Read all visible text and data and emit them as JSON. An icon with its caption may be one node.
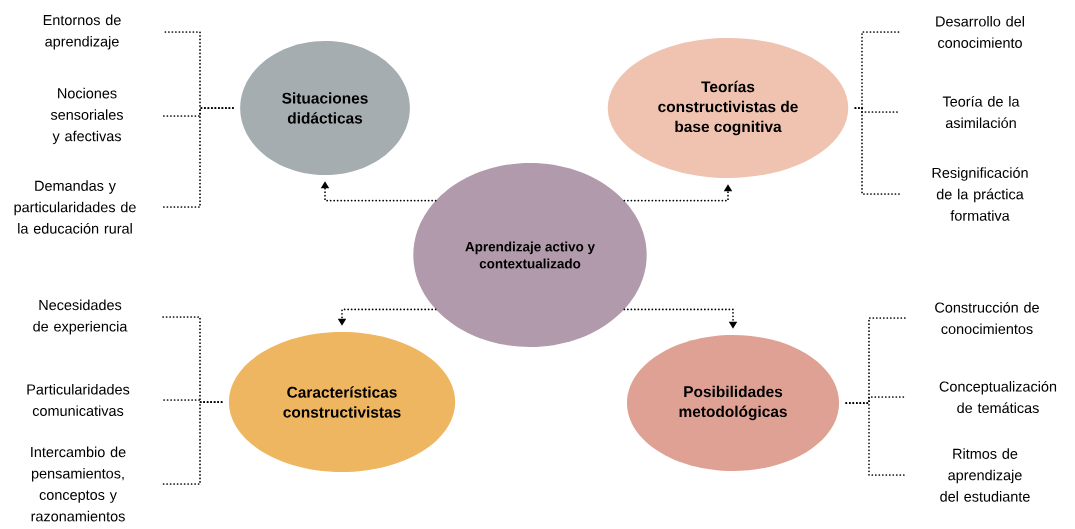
{
  "diagram": {
    "nodes": [
      {
        "text": [
          "Aprendizaje activo y contextualizado"
        ]
      },
      {
        "text": [
          "Situaciones didácticas"
        ]
      },
      {
        "text": [
          "Teorías constructivistas de base cognitiva"
        ]
      },
      {
        "text": [
          "Características constructivistas"
        ]
      },
      {
        "text": [
          "Posibilidades metodológicas"
        ]
      },
      {
        "text": [
          "Entornos de aprendizaje"
        ]
      },
      {
        "text": [
          "Nociones sensoriales y afectivas"
        ]
      },
      {
        "text": [
          "Demandas y particularidades de la educación rural"
        ]
      },
      {
        "text": [
          "Desarrollo del conocimiento"
        ]
      },
      {
        "text": [
          "Teoría de la asimilación"
        ]
      },
      {
        "text": [
          "Resignificación de la práctica formativa"
        ]
      },
      {
        "text": [
          "Necesidades de experiencia"
        ]
      },
      {
        "text": [
          "Particularidades comunicativas"
        ]
      },
      {
        "text": [
          "Intercambio de pensamientos, conceptos y razonamientos"
        ]
      },
      {
        "text": [
          "Construcción de conocimientos"
        ]
      },
      {
        "text": [
          "Conceptualización de temáticas"
        ]
      },
      {
        "text": [
          "Ritmos de aprendizaje del estudiante"
        ]
      }
    ],
    "edges": [
      {
        "from": 0,
        "to": 1,
        "arrow": "to"
      },
      {
        "from": 0,
        "to": 2,
        "arrow": "to"
      },
      {
        "from": 0,
        "to": 3,
        "arrow": "to"
      },
      {
        "from": 0,
        "to": 4,
        "arrow": "to"
      },
      {
        "from": 1,
        "to": 5,
        "arrow": "none"
      },
      {
        "from": 1,
        "to": 6,
        "arrow": "none"
      },
      {
        "from": 1,
        "to": 7,
        "arrow": "none"
      },
      {
        "from": 2,
        "to": 8,
        "arrow": "none"
      },
      {
        "from": 2,
        "to": 9,
        "arrow": "none"
      },
      {
        "from": 2,
        "to": 10,
        "arrow": "none"
      },
      {
        "from": 3,
        "to": 11,
        "arrow": "none"
      },
      {
        "from": 3,
        "to": 12,
        "arrow": "none"
      },
      {
        "from": 3,
        "to": 13,
        "arrow": "none"
      },
      {
        "from": 4,
        "to": 14,
        "arrow": "none"
      },
      {
        "from": 4,
        "to": 15,
        "arrow": "none"
      },
      {
        "from": 4,
        "to": 16,
        "arrow": "none"
      }
    ]
  }
}
